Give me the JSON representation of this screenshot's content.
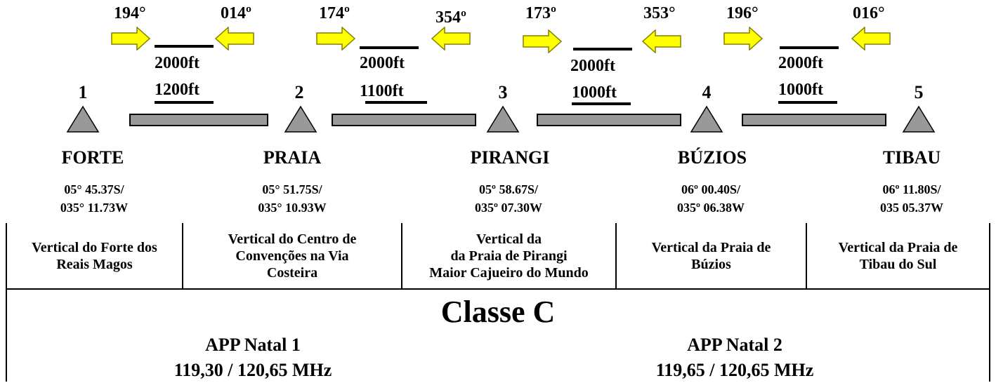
{
  "colors": {
    "arrow_fill": "#ffff00",
    "arrow_stroke": "#808000",
    "segment_fill": "#999999",
    "triangle_fill": "#999999"
  },
  "legs": [
    {
      "hdg_out": "194°",
      "hdg_back": "014º",
      "alt_high": "2000ft",
      "alt_low": "1200ft"
    },
    {
      "hdg_out": "174º",
      "hdg_back": "354º",
      "alt_high": "2000ft",
      "alt_low": "1100ft"
    },
    {
      "hdg_out": "173º",
      "hdg_back": "353°",
      "alt_high": "2000ft",
      "alt_low": "1000ft"
    },
    {
      "hdg_out": "196°",
      "hdg_back": "016°",
      "alt_high": "2000ft",
      "alt_low": "1000ft"
    }
  ],
  "points": [
    {
      "number": "1",
      "name": "FORTE",
      "lat": "05° 45.37S/",
      "lon": "035° 11.73W",
      "desc": [
        "Vertical do Forte dos",
        "Reais Magos"
      ]
    },
    {
      "number": "2",
      "name": "PRAIA",
      "lat": "05° 51.75S/",
      "lon": "035° 10.93W",
      "desc": [
        "Vertical do Centro de",
        "Convenções na Via",
        "Costeira"
      ]
    },
    {
      "number": "3",
      "name": "PIRANGI",
      "lat": "05º 58.67S/",
      "lon": "035º 07.30W",
      "desc": [
        "Vertical da",
        "da Praia de Pirangi",
        "Maior Cajueiro do Mundo"
      ]
    },
    {
      "number": "4",
      "name": "BÚZIOS",
      "lat": "06º 00.40S/",
      "lon": "035º 06.38W",
      "desc": [
        "Vertical da Praia de",
        "Búzios"
      ]
    },
    {
      "number": "5",
      "name": "TIBAU",
      "lat": "06º 11.80S/",
      "lon": "035 05.37W",
      "desc": [
        "Vertical da Praia de",
        "Tibau do Sul"
      ]
    }
  ],
  "airspace_class": "Classe C",
  "app": [
    {
      "name": "APP Natal 1",
      "freq": "119,30 / 120,65 MHz"
    },
    {
      "name": "APP Natal 2",
      "freq": "119,65 / 120,65 MHz"
    }
  ]
}
